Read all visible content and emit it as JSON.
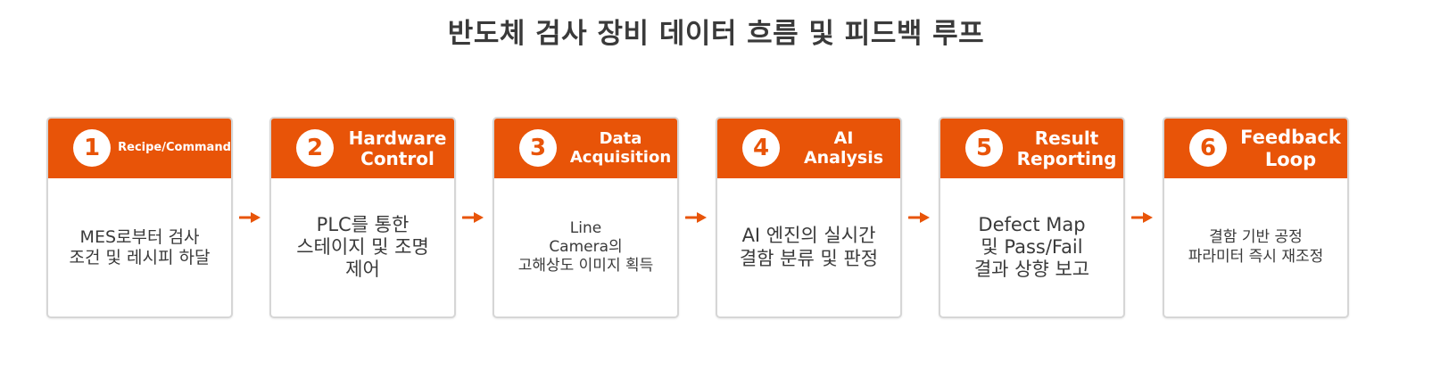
{
  "title": "반도체 검사 장비 데이터 흐름 및 피드백 루프",
  "colors": {
    "accent": "#e85408",
    "card_border": "#d6d6d6",
    "text": "#3a3a3a"
  },
  "steps": [
    {
      "number": "1",
      "title": "Recipe/Command",
      "description": "MES로부터 검사\n조건 및 레시피 하달"
    },
    {
      "number": "2",
      "title": "Hardware\nControl",
      "description": "PLC를 통한\n스테이지 및 조명\n제어"
    },
    {
      "number": "3",
      "title": "Data\nAcquisition",
      "description": "Line\nCamera의\n고해상도 이미지 획득"
    },
    {
      "number": "4",
      "title": "AI Analysis",
      "description": "AI 엔진의 실시간\n결함 분류 및 판정"
    },
    {
      "number": "5",
      "title": "Result\nReporting",
      "description": "Defect Map\n및 Pass/Fail\n결과 상향 보고"
    },
    {
      "number": "6",
      "title": "Feedback\nLoop",
      "description": "결함 기반 공정\n파라미터 즉시 재조정"
    }
  ],
  "arrow_icon": "arrow-right-icon"
}
